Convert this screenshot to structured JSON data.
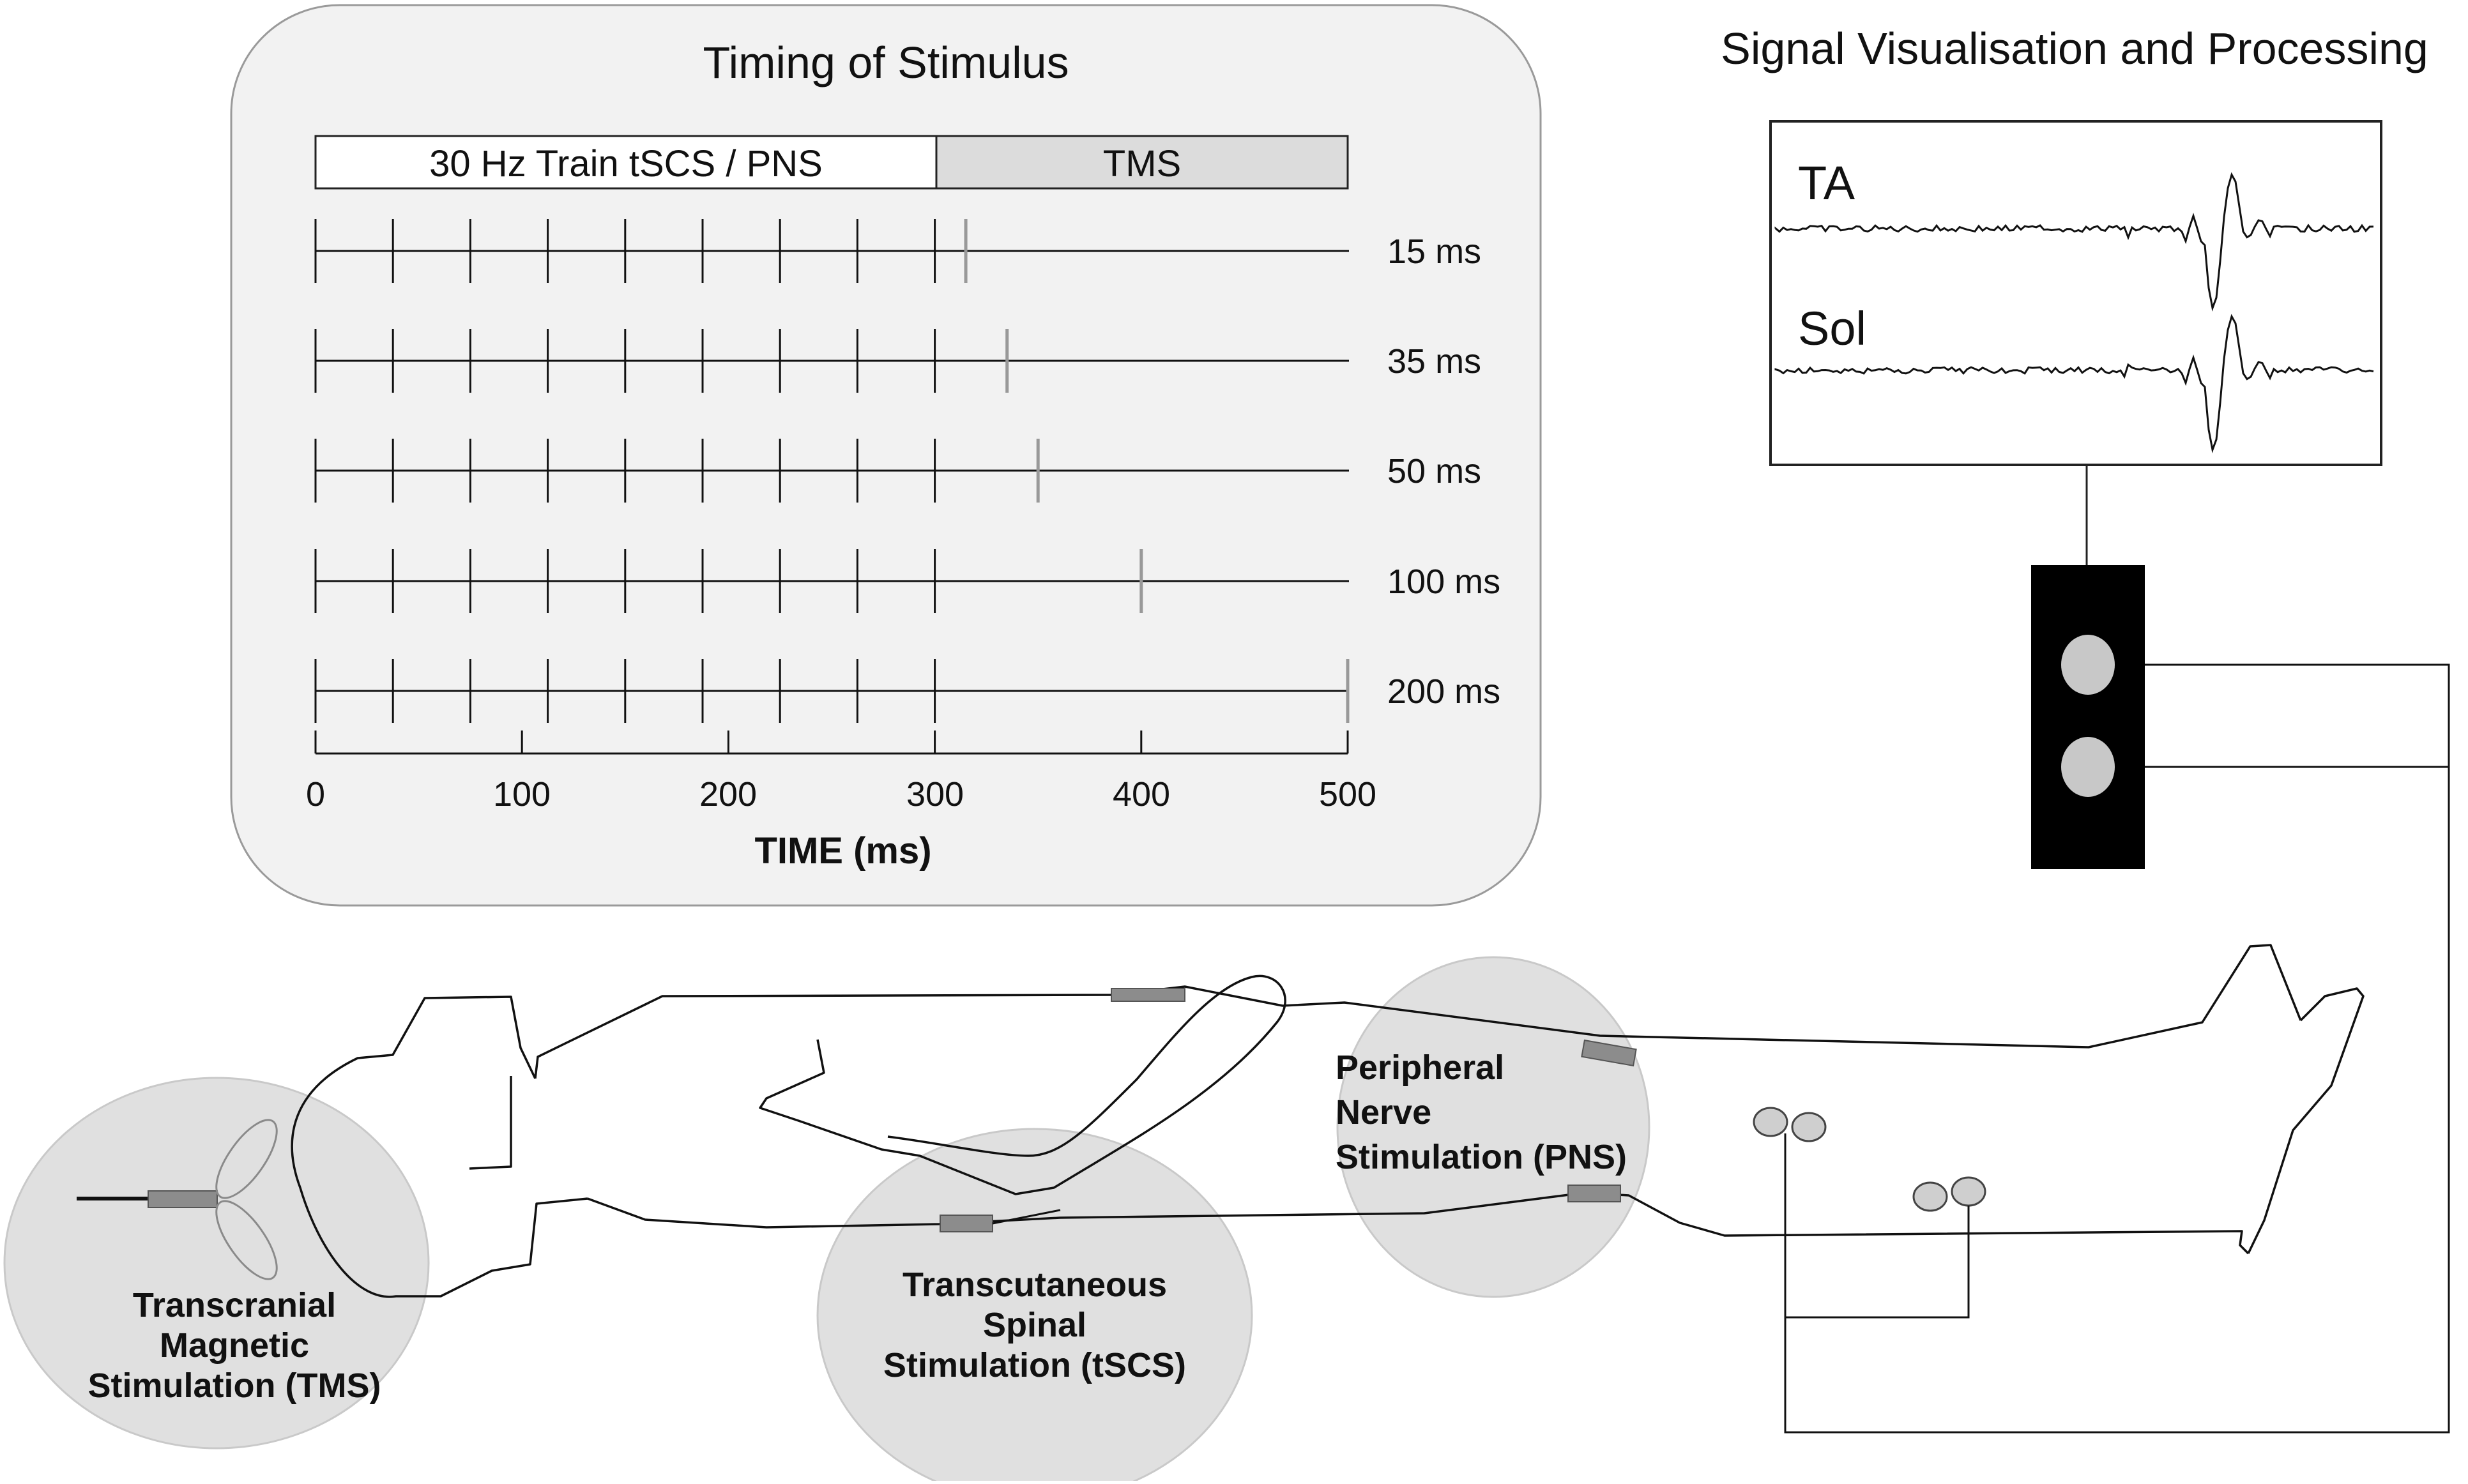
{
  "timing_panel": {
    "title": "Timing of Stimulus",
    "train_bar_label": "30 Hz Train tSCS / PNS",
    "tms_bar_label": "TMS",
    "delays": [
      {
        "label": "15 ms",
        "tms_time": 315
      },
      {
        "label": "35 ms",
        "tms_time": 335
      },
      {
        "label": "50 ms",
        "tms_time": 350
      },
      {
        "label": "100 ms",
        "tms_time": 400
      },
      {
        "label": "200 ms",
        "tms_time": 500
      }
    ],
    "train_pulse_times": [
      0,
      37.5,
      75,
      112.5,
      150,
      187.5,
      225,
      262.5,
      300
    ],
    "axis": {
      "title": "TIME (ms)",
      "ticks": [
        0,
        100,
        200,
        300,
        400,
        500
      ],
      "tick_labels": [
        "0",
        "100",
        "200",
        "300",
        "400",
        "500"
      ],
      "range": [
        0,
        500
      ]
    }
  },
  "signal_panel": {
    "title": "Signal Visualisation and Processing",
    "traces": [
      {
        "label": "TA"
      },
      {
        "label": "Sol"
      }
    ]
  },
  "stimulation_sites": {
    "tms": {
      "lines": [
        "Transcranial",
        "Magnetic",
        "Stimulation (TMS)"
      ]
    },
    "tscs": {
      "lines": [
        "Transcutaneous",
        "Spinal",
        "Stimulation (tSCS)"
      ]
    },
    "pns": {
      "lines": [
        "Peripheral",
        "Nerve",
        "Stimulation (PNS)"
      ]
    }
  },
  "colors": {
    "panel_fill": "#f2f2f2",
    "site_circle": "#e0e0e0",
    "electrode": "#8c8c8c",
    "amplifier": "#000000",
    "amplifier_button": "#c8c8c8",
    "tms_bar": "#dcdcdc"
  }
}
